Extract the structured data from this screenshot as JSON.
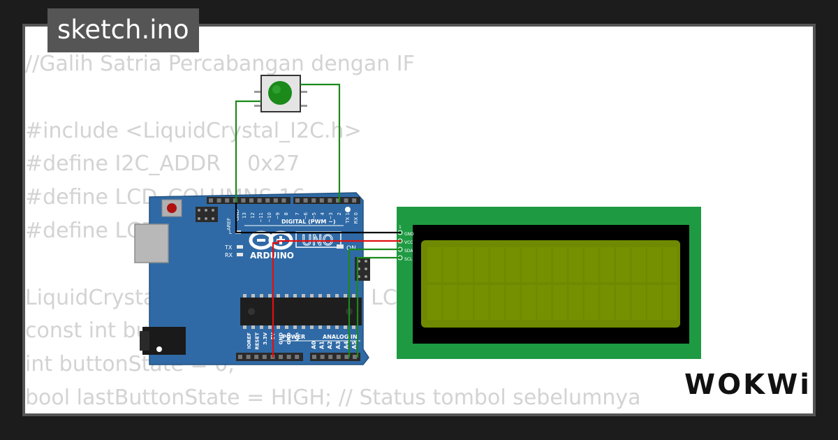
{
  "tab": {
    "title": "sketch.ino"
  },
  "code": {
    "lines": [
      "//Galih Satria Percabangan dengan IF",
      "",
      "#include <LiquidCrystal_I2C.h>",
      "#define I2C_ADDR    0x27",
      "#define LCD_COLUMNS 16",
      "#define LCD_LINES   2",
      "",
      "LiquidCrystal_I2C lcd(I2C_ADDR, LCD_COLUMNS, LCD_LINES);",
      "const int buttonPin = 2;",
      "int buttonState = 0;",
      "bool lastButtonState = HIGH; // Status tombol sebelumnya"
    ]
  },
  "arduino": {
    "digital_label": "DIGITAL (PWM ~)",
    "brand": "ARDUINO",
    "model": "UNO",
    "on_label": "ON",
    "tx": "TX",
    "rx": "RX",
    "l": "L",
    "aref": "AREF",
    "gnd": "GND",
    "power_label": "POWER",
    "analog_label": "ANALOG IN",
    "digital_pins": [
      "13",
      "12",
      "~11",
      "~10",
      "~9",
      "8",
      "7",
      "~6",
      "~5",
      "4",
      "~3",
      "2",
      "TX 1",
      "RX 0"
    ],
    "power_pins": [
      "IOREF",
      "RESET",
      "3.3V",
      "5V",
      "GND",
      "GND",
      "Vin"
    ],
    "analog_pins": [
      "A0",
      "A1",
      "A2",
      "A3",
      "A4",
      "A5"
    ]
  },
  "lcd": {
    "pins": [
      "GND",
      "VCC",
      "SDA",
      "SCL"
    ],
    "pin1": "1"
  },
  "logo": {
    "text": "WOKWi"
  },
  "colors": {
    "board": "#2f6aa6",
    "lcd_pcb": "#1e9a43",
    "lcd_screen": "#6f8a00",
    "wire_green": "#1a8a1a",
    "wire_red": "#e01010",
    "wire_black": "#000000",
    "button_cap": "#1b8a1b"
  }
}
